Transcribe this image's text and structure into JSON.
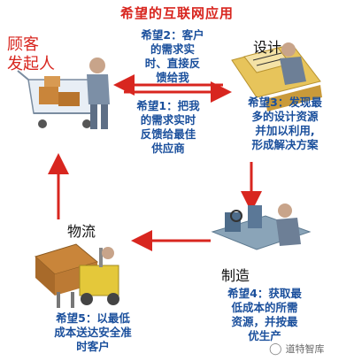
{
  "title": "希望的互联网应用",
  "nodes": {
    "customer": "顾客\n发起人",
    "design": "设计",
    "logistics": "物流",
    "manufacturing": "制造"
  },
  "hopes": {
    "h1": [
      "希望1：把我",
      "的需求实时",
      "反馈给最佳",
      "供应商"
    ],
    "h2": [
      "希望2：客户",
      "的需求实",
      "时、直接反",
      "馈给我"
    ],
    "h3": [
      "希望3：发现最",
      "多的设计资源",
      "并加以利用,",
      "形成解决方案"
    ],
    "h4": [
      "希望4：获取最",
      "低成本的所需",
      "资源，并按最",
      "优生产"
    ],
    "h5": [
      "希望5：以最低",
      "成本送达安全准",
      "时客户"
    ]
  },
  "watermark": "道特智库",
  "colors": {
    "arrow": "#d8261f",
    "hope_text": "#1a4f9c",
    "title": "#d8261f"
  }
}
